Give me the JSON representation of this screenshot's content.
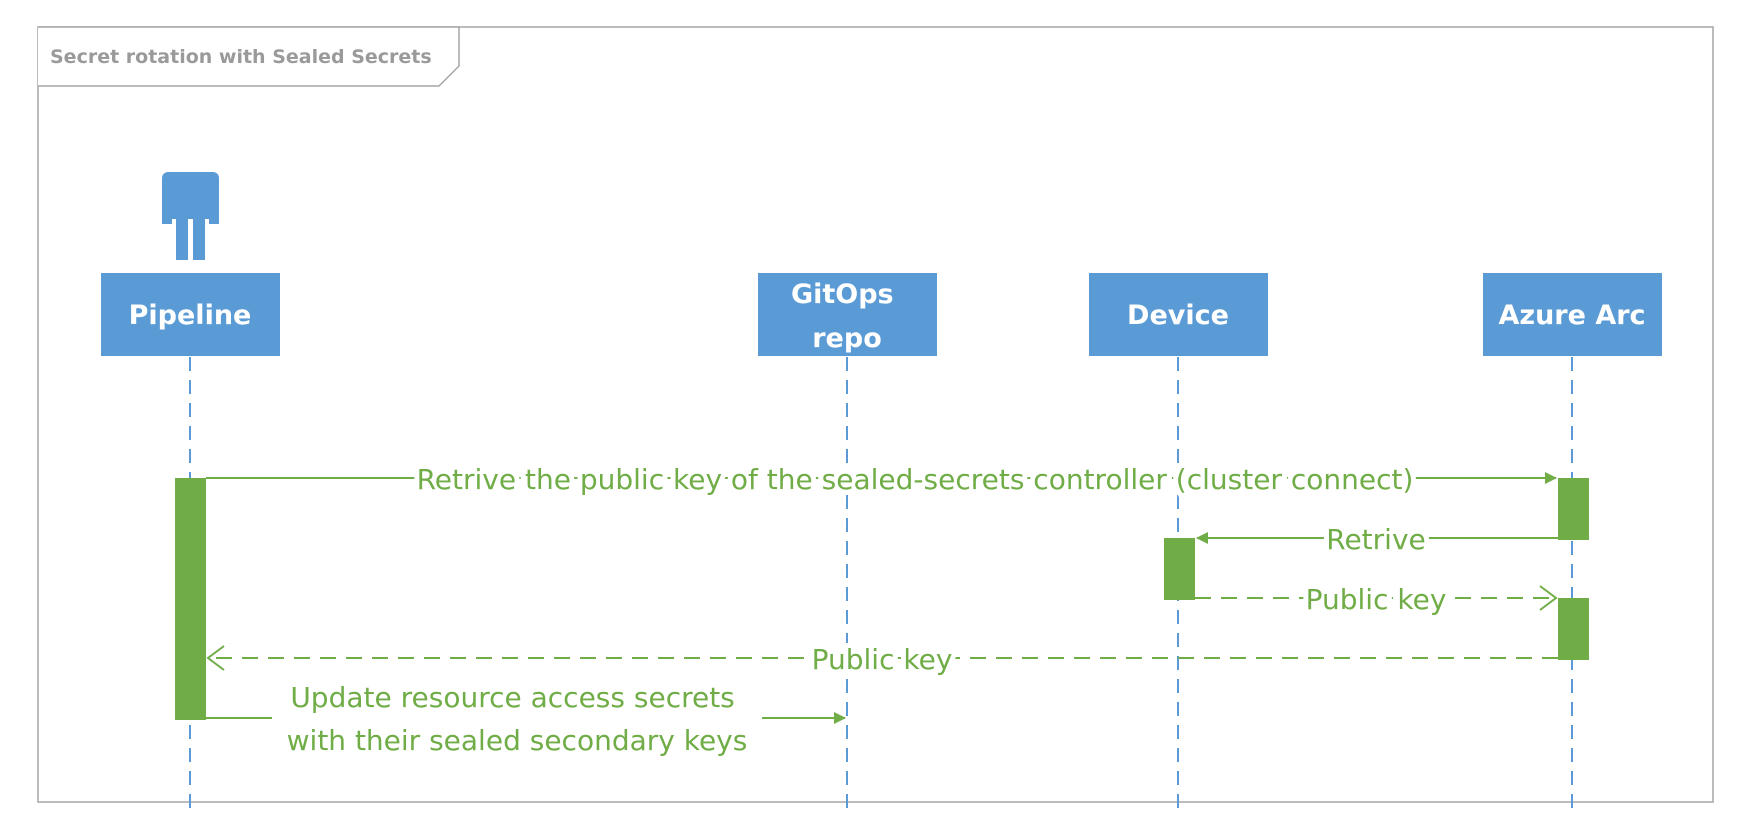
{
  "frame": {
    "title": "Secret rotation with Sealed Secrets"
  },
  "colors": {
    "lifeline_box": "#5b9bd5",
    "lifeline_line": "#5b9bd5",
    "message": "#70ad47",
    "activation": "#70ad47",
    "frame_border": "#a6a6a6"
  },
  "participants": [
    {
      "id": "pipeline",
      "label_lines": [
        "Pipeline"
      ],
      "actor_icon": "person-icon"
    },
    {
      "id": "gitops",
      "label_lines": [
        "GitOps",
        "repo"
      ]
    },
    {
      "id": "device",
      "label_lines": [
        "Device"
      ]
    },
    {
      "id": "azure",
      "label_lines": [
        "Azure Arc"
      ]
    }
  ],
  "messages": [
    {
      "id": "m1",
      "from": "pipeline",
      "to": "azure",
      "style": "solid",
      "label_lines": [
        "Retrive the public key of the sealed-secrets controller (cluster connect)"
      ]
    },
    {
      "id": "m2",
      "from": "azure",
      "to": "device",
      "style": "solid",
      "label_lines": [
        "Retrive"
      ]
    },
    {
      "id": "m3",
      "from": "device",
      "to": "azure",
      "style": "dashed",
      "label_lines": [
        "Public key"
      ]
    },
    {
      "id": "m4",
      "from": "azure",
      "to": "pipeline",
      "style": "dashed",
      "label_lines": [
        "Public key"
      ]
    },
    {
      "id": "m5",
      "from": "pipeline",
      "to": "gitops",
      "style": "solid",
      "label_lines": [
        "Update resource access secrets",
        "with their sealed secondary keys"
      ]
    }
  ]
}
